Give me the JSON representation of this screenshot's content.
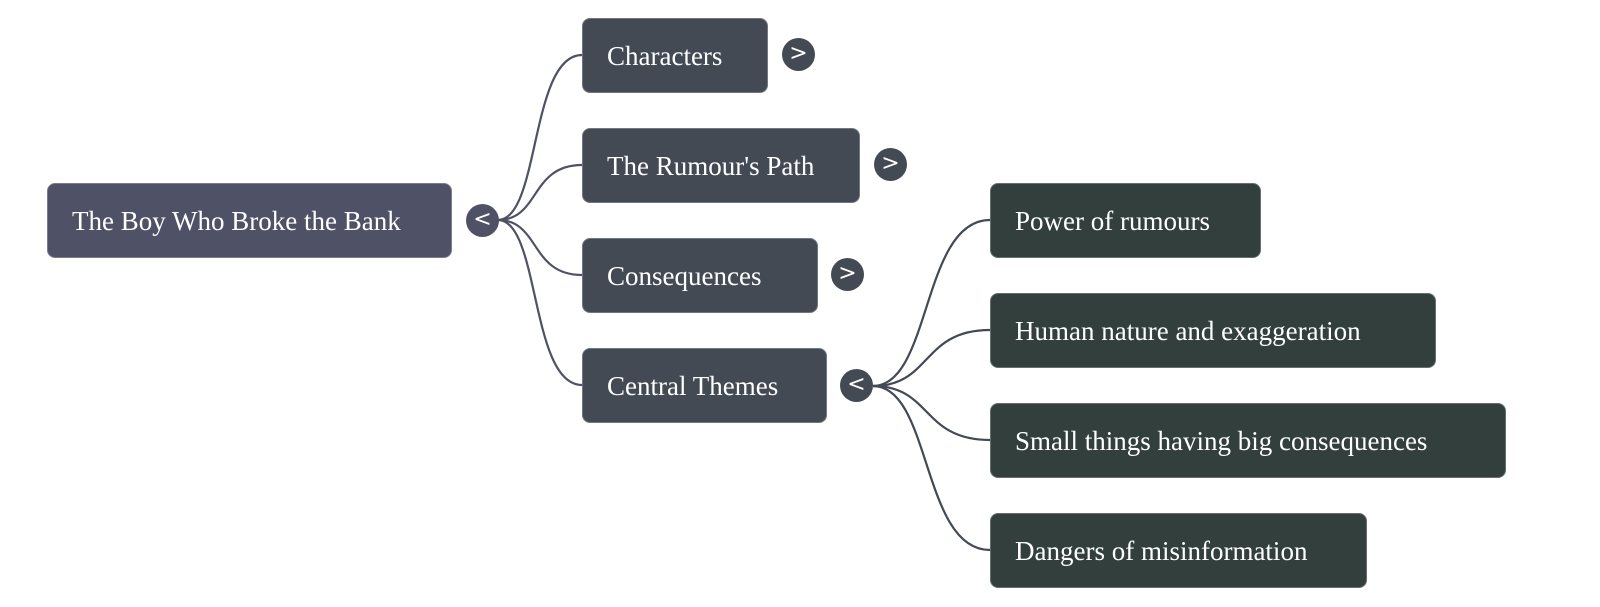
{
  "mindmap": {
    "root": {
      "label": "The Boy Who Broke the Bank",
      "toggle": "<",
      "toggle_icon": "collapse-chevron-left",
      "color": "#4f5166"
    },
    "branches": [
      {
        "label": "Characters",
        "toggle": ">",
        "toggle_icon": "expand-chevron-right",
        "expanded": false
      },
      {
        "label": "The Rumour's Path",
        "toggle": ">",
        "toggle_icon": "expand-chevron-right",
        "expanded": false
      },
      {
        "label": "Consequences",
        "toggle": ">",
        "toggle_icon": "expand-chevron-right",
        "expanded": false
      },
      {
        "label": "Central Themes",
        "toggle": "<",
        "toggle_icon": "collapse-chevron-left",
        "expanded": true,
        "children": [
          {
            "label": "Power of rumours"
          },
          {
            "label": "Human nature and exaggeration"
          },
          {
            "label": "Small things having big consequences"
          },
          {
            "label": "Dangers of misinformation"
          }
        ]
      }
    ],
    "colors": {
      "root": "#4f5166",
      "branch": "#434a54",
      "leaf": "#323f3d",
      "link_root": "#4f5166",
      "link_branch": "#434a54",
      "text": "#ffffff",
      "background": "#ffffff"
    }
  }
}
